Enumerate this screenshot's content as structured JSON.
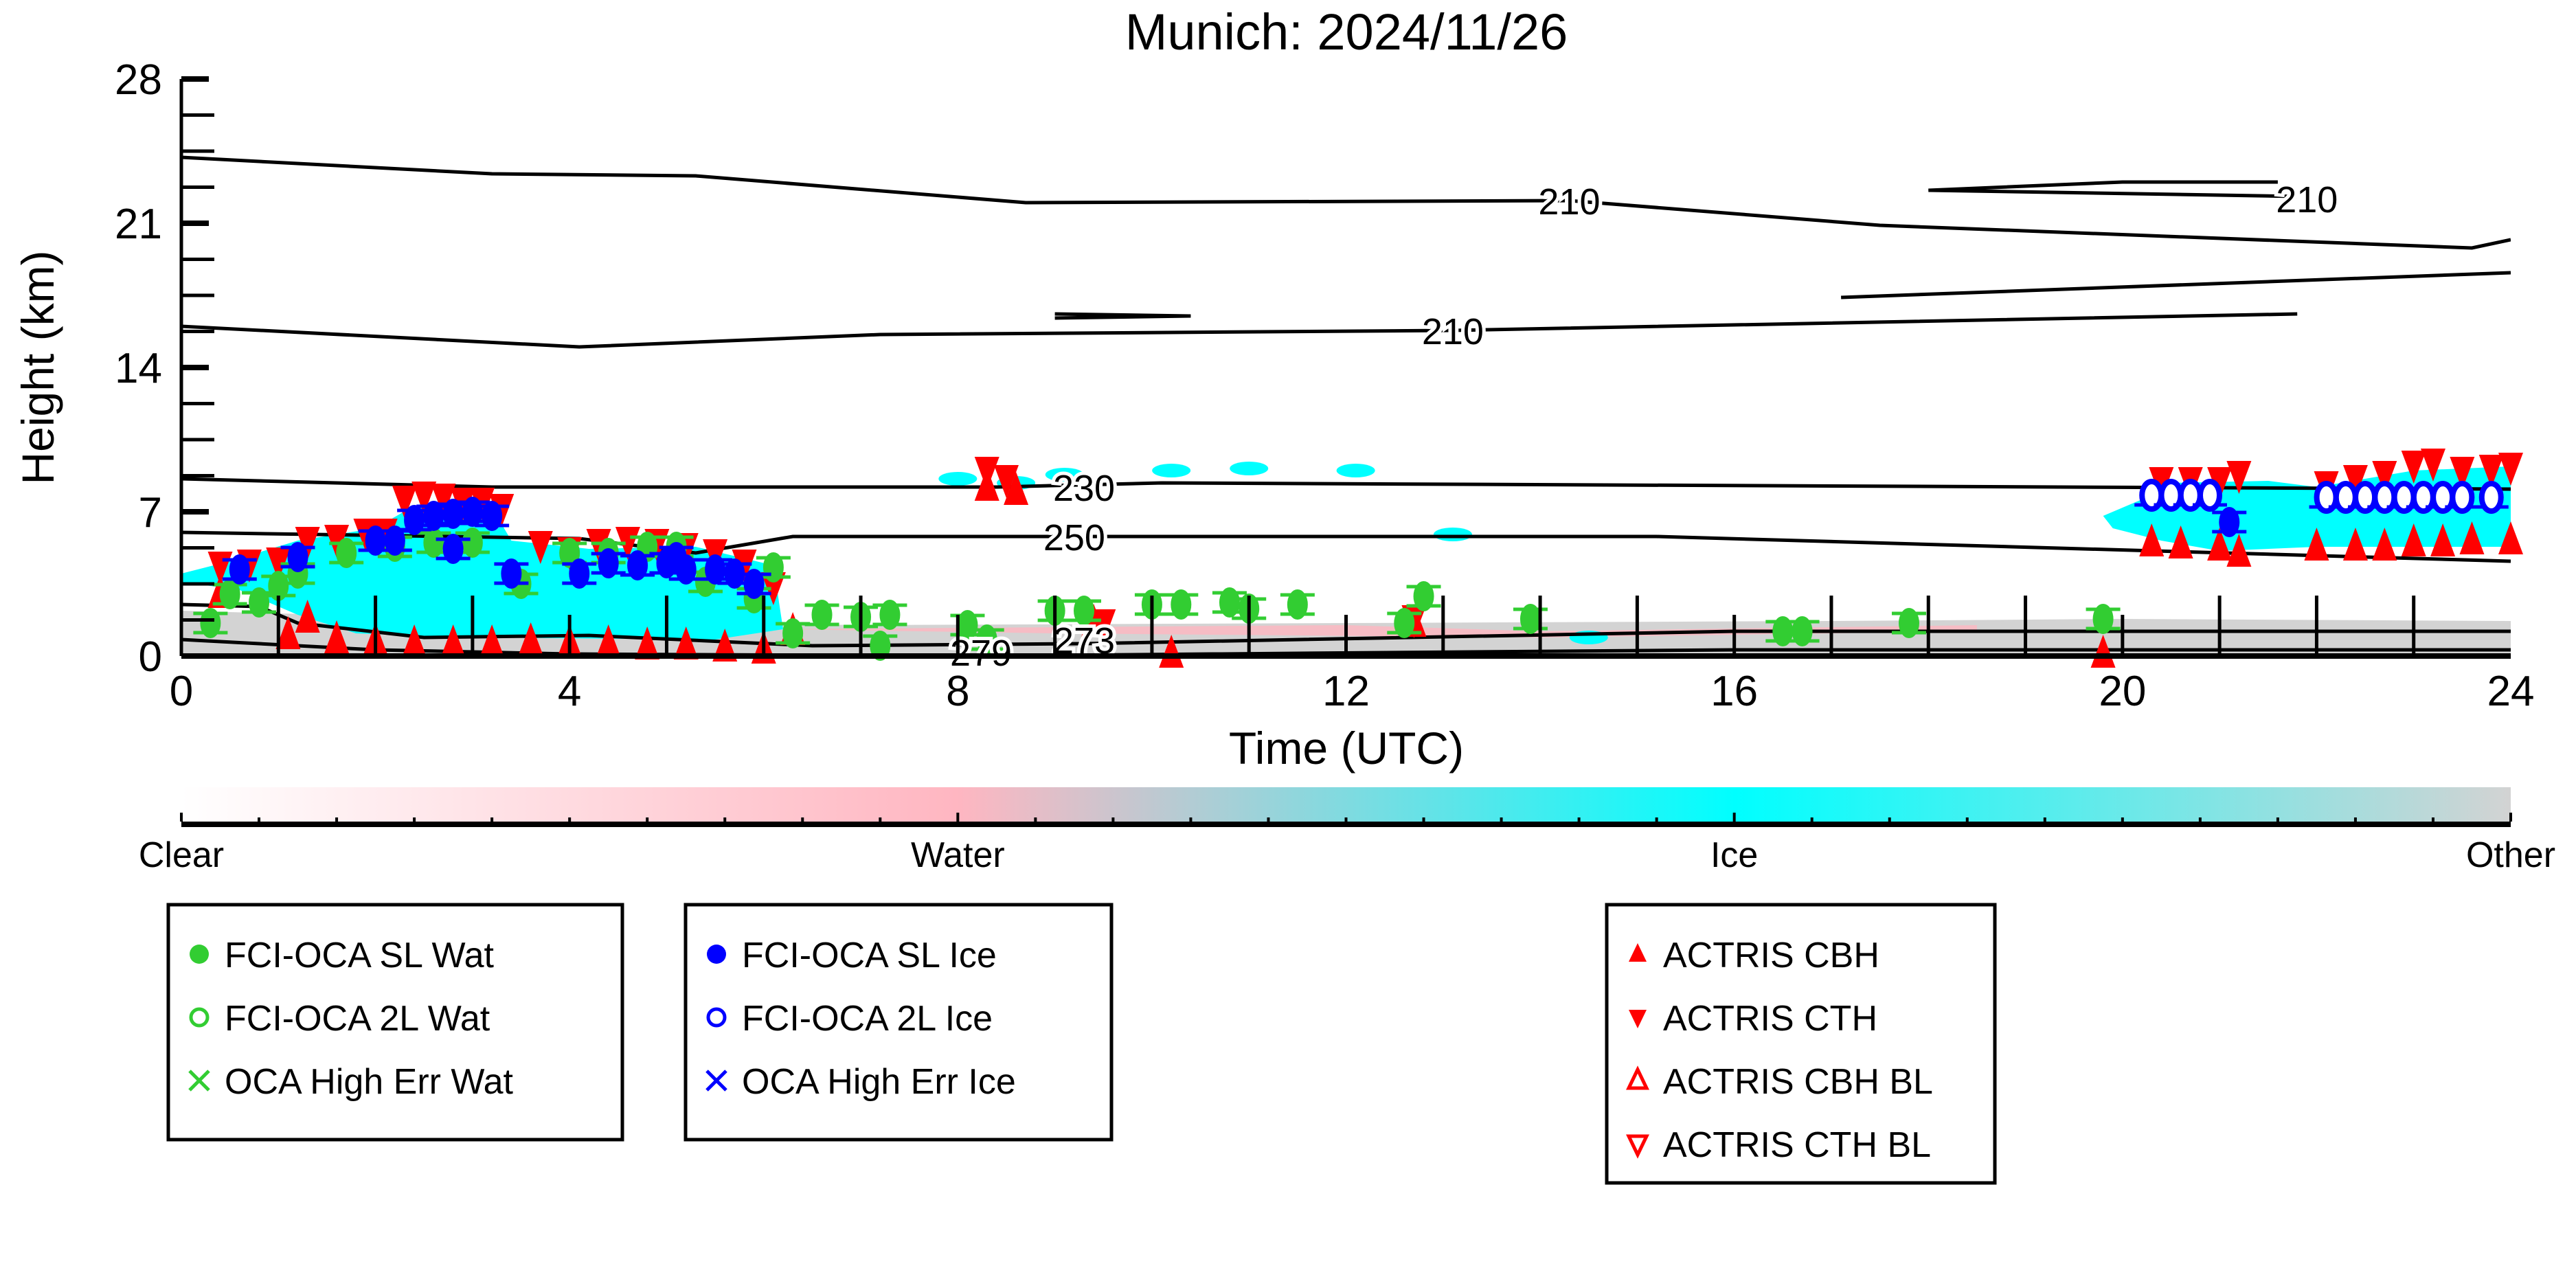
{
  "chart_data": {
    "type": "scatter",
    "title": "Munich: 2024/11/26",
    "xlabel": "Time (UTC)",
    "ylabel": "Height (km)",
    "xlim": [
      0,
      24
    ],
    "ylim": [
      0,
      28
    ],
    "xticks": [
      "0",
      "4",
      "8",
      "12",
      "16",
      "20",
      "24"
    ],
    "yticks": [
      "0",
      "7",
      "14",
      "21",
      "28"
    ],
    "colorbar": {
      "labels": [
        "Clear",
        "Water",
        "Ice",
        "Other"
      ],
      "colors": [
        "#ffffff",
        "#ffb6c1",
        "#00ffff",
        "#d3d3d3"
      ]
    },
    "contours": [
      {
        "level": "210",
        "points": [
          [
            0,
            24.2
          ],
          [
            3.2,
            23.4
          ],
          [
            5.3,
            23.3
          ],
          [
            8.7,
            22.0
          ],
          [
            14.3,
            22.1
          ],
          [
            17.5,
            20.9
          ],
          [
            23.6,
            19.8
          ],
          [
            24,
            20.2
          ]
        ],
        "label_at": [
          14.3,
          22.1
        ]
      },
      {
        "level": "210",
        "points": [
          [
            0,
            16.0
          ],
          [
            4.1,
            15.0
          ],
          [
            7.2,
            15.6
          ],
          [
            13.1,
            15.8
          ],
          [
            21.8,
            16.6
          ]
        ],
        "label_at": [
          13.1,
          15.8
        ]
      },
      {
        "level": "210",
        "points": [
          [
            18.0,
            22.6
          ],
          [
            21.8,
            22.3
          ],
          [
            18.0,
            22.6
          ],
          [
            20.0,
            23.0
          ],
          [
            21.6,
            23.0
          ]
        ],
        "label_at": [
          21.9,
          22.2
        ]
      },
      {
        "level": "",
        "points": [
          [
            17.1,
            17.4
          ],
          [
            24,
            18.6
          ]
        ]
      },
      {
        "level": "",
        "points": [
          [
            9.0,
            16.6
          ],
          [
            10.4,
            16.5
          ],
          [
            9.0,
            16.4
          ]
        ]
      },
      {
        "level": "230",
        "points": [
          [
            0,
            8.6
          ],
          [
            3.2,
            8.2
          ],
          [
            8.4,
            8.2
          ],
          [
            10.1,
            8.4
          ],
          [
            24,
            8.1
          ]
        ],
        "label_at": [
          9.3,
          8.2
        ]
      },
      {
        "level": "250",
        "points": [
          [
            0,
            6.0
          ],
          [
            4.1,
            5.7
          ],
          [
            5.3,
            5.0
          ],
          [
            6.3,
            5.8
          ],
          [
            15.2,
            5.8
          ],
          [
            24,
            4.6
          ]
        ],
        "label_at": [
          9.2,
          5.8
        ]
      },
      {
        "level": "273",
        "points": [
          [
            0,
            2.5
          ],
          [
            0.8,
            2.4
          ],
          [
            1.2,
            1.6
          ],
          [
            2.5,
            0.9
          ],
          [
            4.2,
            1.0
          ],
          [
            6.5,
            0.5
          ],
          [
            9.3,
            0.6
          ],
          [
            16,
            1.2
          ],
          [
            24,
            1.2
          ]
        ],
        "label_at": [
          9.3,
          0.8
        ]
      },
      {
        "level": "279",
        "points": [
          [
            0,
            0.8
          ],
          [
            2,
            0.3
          ],
          [
            4,
            0.1
          ],
          [
            8,
            0.0
          ],
          [
            16,
            0.3
          ],
          [
            24,
            0.3
          ]
        ],
        "label_at": [
          9.3,
          0.2
        ]
      }
    ],
    "series": [
      {
        "name": "FCI-OCA SL Wat",
        "marker": "filled-circle",
        "color": "#32cd32",
        "points": [
          [
            0.3,
            1.6
          ],
          [
            0.5,
            3.0
          ],
          [
            0.8,
            2.6
          ],
          [
            1.0,
            3.4
          ],
          [
            1.2,
            4.0
          ],
          [
            1.7,
            5.0
          ],
          [
            2.2,
            5.3
          ],
          [
            2.6,
            5.5
          ],
          [
            3.0,
            5.5
          ],
          [
            3.5,
            3.5
          ],
          [
            4.0,
            5.0
          ],
          [
            4.4,
            5.0
          ],
          [
            4.8,
            5.3
          ],
          [
            5.1,
            5.3
          ],
          [
            5.4,
            3.6
          ],
          [
            5.9,
            2.8
          ],
          [
            6.1,
            4.3
          ],
          [
            6.3,
            1.1
          ],
          [
            6.6,
            2.0
          ],
          [
            7.0,
            1.9
          ],
          [
            7.2,
            0.5
          ],
          [
            7.3,
            2.0
          ],
          [
            8.1,
            1.5
          ],
          [
            8.3,
            0.8
          ],
          [
            9.0,
            2.2
          ],
          [
            9.3,
            2.2
          ],
          [
            10.0,
            2.5
          ],
          [
            10.3,
            2.5
          ],
          [
            10.8,
            2.6
          ],
          [
            11.0,
            2.3
          ],
          [
            11.5,
            2.5
          ],
          [
            12.6,
            1.6
          ],
          [
            12.8,
            2.9
          ],
          [
            13.9,
            1.8
          ],
          [
            16.5,
            1.2
          ],
          [
            16.7,
            1.2
          ],
          [
            17.8,
            1.6
          ],
          [
            19.8,
            1.8
          ]
        ]
      },
      {
        "name": "FCI-OCA 2L Wat",
        "marker": "open-circle",
        "color": "#32cd32",
        "points": []
      },
      {
        "name": "OCA High Err Wat",
        "marker": "x",
        "color": "#32cd32",
        "points": []
      },
      {
        "name": "FCI-OCA SL Ice",
        "marker": "filled-circle",
        "color": "#0000ff",
        "points": [
          [
            0.6,
            4.2
          ],
          [
            1.2,
            4.8
          ],
          [
            2.0,
            5.6
          ],
          [
            2.2,
            5.6
          ],
          [
            2.4,
            6.6
          ],
          [
            2.6,
            6.8
          ],
          [
            2.8,
            6.9
          ],
          [
            3.0,
            7.0
          ],
          [
            3.2,
            6.8
          ],
          [
            2.8,
            5.2
          ],
          [
            3.4,
            4.0
          ],
          [
            4.1,
            4.0
          ],
          [
            4.4,
            4.5
          ],
          [
            4.7,
            4.4
          ],
          [
            5.0,
            4.5
          ],
          [
            5.1,
            4.8
          ],
          [
            5.2,
            4.2
          ],
          [
            5.5,
            4.2
          ],
          [
            5.7,
            4.0
          ],
          [
            5.9,
            3.5
          ],
          [
            21.1,
            6.5
          ]
        ]
      },
      {
        "name": "FCI-OCA 2L Ice",
        "marker": "open-circle",
        "color": "#0000ff",
        "points": [
          [
            20.3,
            7.8
          ],
          [
            20.5,
            7.8
          ],
          [
            20.7,
            7.8
          ],
          [
            20.9,
            7.8
          ],
          [
            22.1,
            7.7
          ],
          [
            22.3,
            7.7
          ],
          [
            22.5,
            7.7
          ],
          [
            22.7,
            7.7
          ],
          [
            22.9,
            7.7
          ],
          [
            23.1,
            7.7
          ],
          [
            23.3,
            7.7
          ],
          [
            23.5,
            7.7
          ],
          [
            23.8,
            7.7
          ]
        ]
      },
      {
        "name": "OCA High Err Ice",
        "marker": "x",
        "color": "#0000ff",
        "points": []
      },
      {
        "name": "ACTRIS CBH",
        "marker": "triangle-up",
        "color": "#ff0000",
        "points": [
          [
            0.4,
            3.0
          ],
          [
            1.1,
            1.0
          ],
          [
            1.3,
            1.8
          ],
          [
            1.6,
            0.8
          ],
          [
            2.0,
            0.7
          ],
          [
            2.4,
            0.6
          ],
          [
            2.8,
            0.6
          ],
          [
            3.2,
            0.6
          ],
          [
            3.6,
            0.7
          ],
          [
            4.0,
            0.6
          ],
          [
            4.4,
            0.6
          ],
          [
            4.8,
            0.5
          ],
          [
            5.2,
            0.5
          ],
          [
            5.6,
            0.4
          ],
          [
            6.0,
            0.3
          ],
          [
            6.3,
            1.2
          ],
          [
            8.3,
            8.2
          ],
          [
            8.6,
            8.0
          ],
          [
            9.4,
            1.6
          ],
          [
            10.2,
            0.1
          ],
          [
            12.7,
            1.6
          ],
          [
            19.8,
            0.1
          ],
          [
            20.3,
            5.5
          ],
          [
            20.6,
            5.4
          ],
          [
            21.0,
            5.3
          ],
          [
            21.2,
            5.0
          ],
          [
            22.0,
            5.3
          ],
          [
            22.4,
            5.3
          ],
          [
            22.7,
            5.3
          ],
          [
            23.0,
            5.5
          ],
          [
            23.3,
            5.5
          ],
          [
            23.6,
            5.6
          ],
          [
            24.0,
            5.6
          ]
        ]
      },
      {
        "name": "ACTRIS CTH",
        "marker": "triangle-down",
        "color": "#ff0000",
        "points": [
          [
            0.4,
            4.4
          ],
          [
            0.7,
            4.5
          ],
          [
            1.0,
            4.6
          ],
          [
            1.3,
            5.6
          ],
          [
            1.6,
            5.7
          ],
          [
            1.9,
            6.0
          ],
          [
            2.1,
            6.0
          ],
          [
            2.3,
            7.6
          ],
          [
            2.5,
            7.8
          ],
          [
            2.7,
            7.7
          ],
          [
            2.9,
            7.5
          ],
          [
            3.1,
            7.5
          ],
          [
            3.3,
            7.2
          ],
          [
            3.7,
            5.4
          ],
          [
            4.0,
            5.1
          ],
          [
            4.3,
            5.5
          ],
          [
            4.6,
            5.6
          ],
          [
            4.9,
            5.5
          ],
          [
            5.2,
            5.3
          ],
          [
            5.5,
            5.0
          ],
          [
            5.8,
            4.5
          ],
          [
            6.1,
            3.4
          ],
          [
            8.3,
            9.0
          ],
          [
            8.5,
            8.6
          ],
          [
            9.5,
            1.6
          ],
          [
            12.7,
            1.8
          ],
          [
            20.4,
            8.5
          ],
          [
            20.7,
            8.5
          ],
          [
            21.0,
            8.5
          ],
          [
            21.2,
            8.8
          ],
          [
            22.1,
            8.3
          ],
          [
            22.4,
            8.6
          ],
          [
            22.7,
            8.8
          ],
          [
            23.0,
            9.3
          ],
          [
            23.2,
            9.4
          ],
          [
            23.5,
            9.0
          ],
          [
            23.8,
            9.1
          ],
          [
            24.0,
            9.2
          ]
        ]
      },
      {
        "name": "ACTRIS CBH BL",
        "marker": "open-triangle-up",
        "color": "#ff0000",
        "points": []
      },
      {
        "name": "ACTRIS CTH BL",
        "marker": "open-triangle-down",
        "color": "#ff0000",
        "points": []
      }
    ],
    "legend_groups": [
      [
        0,
        1,
        2
      ],
      [
        3,
        4,
        5
      ],
      [
        6,
        7,
        8,
        9
      ]
    ],
    "legend_placement": "bottom"
  }
}
